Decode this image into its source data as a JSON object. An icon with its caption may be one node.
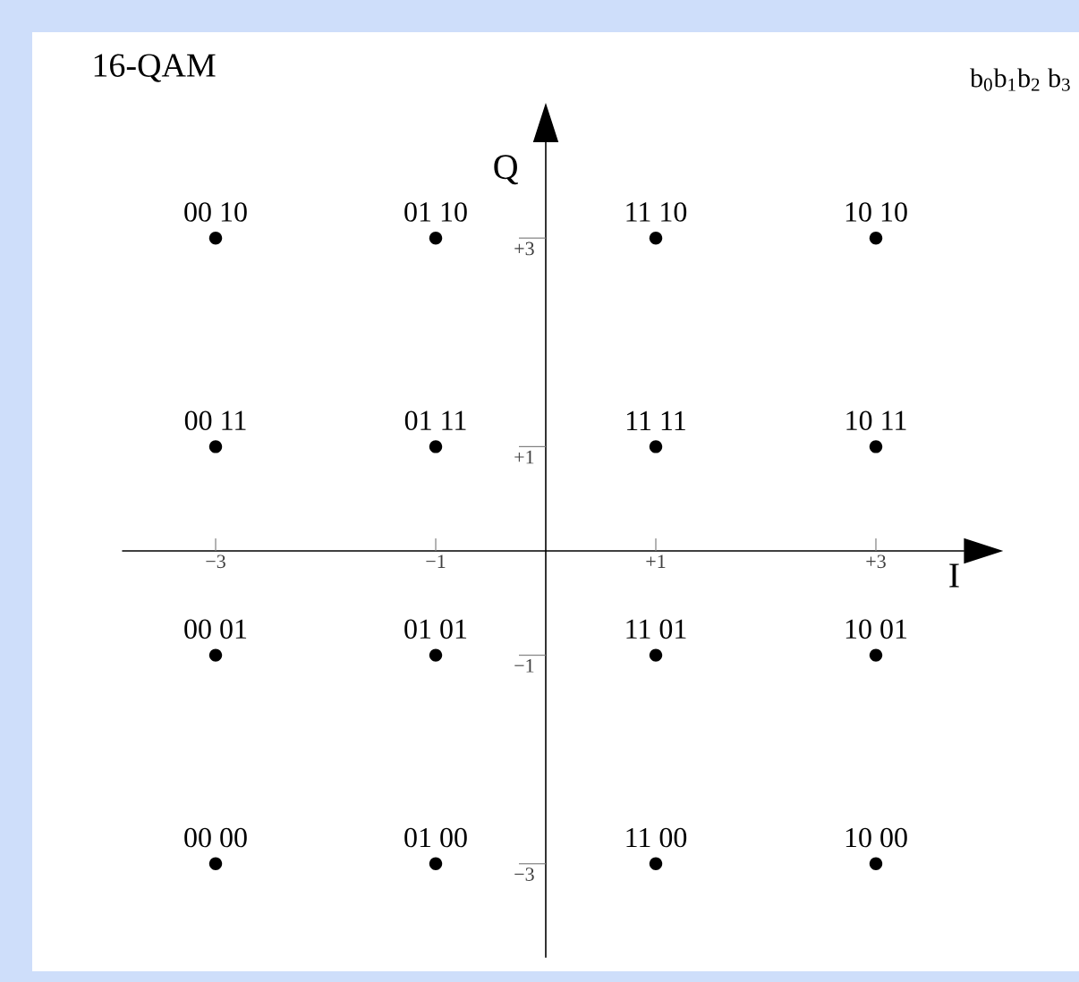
{
  "diagram": {
    "labels": [
      "b$_{0}$b$_{1}$b$_{2}$ b$_{3}$"
    ],
    "chart_data": {
      "type": "scatter",
      "title": "16-QAM",
      "xlabel": "I",
      "ylabel": "Q",
      "x": [
        -3,
        -1,
        1,
        3,
        -3,
        -1,
        1,
        3,
        -3,
        -1,
        1,
        3,
        -3,
        -1,
        1,
        3
      ],
      "series": [
        {
          "values": [
            3,
            3,
            3,
            3,
            1,
            1,
            1,
            1,
            -1,
            -1,
            -1,
            -1,
            -3,
            -3,
            -3,
            -3
          ]
        }
      ],
      "value_labels": [
        "00 10",
        "01 10",
        "11 10",
        "10 10",
        "00 11",
        "01 11",
        "11 11",
        "10 11",
        "00 01",
        "01 01",
        "11 01",
        "10 01",
        "00 00",
        "01 00",
        "11 00",
        "10 00"
      ],
      "xlim": [
        -3.85,
        3.8
      ],
      "ylim": [
        -3.9,
        3.92
      ],
      "xticks": [
        {
          "value": -3,
          "label": "−3"
        },
        {
          "value": -1,
          "label": "−1"
        },
        {
          "value": 1,
          "label": "+1"
        },
        {
          "value": 3,
          "label": "+3"
        }
      ],
      "yticks": [
        {
          "value": 3,
          "label": "+3"
        },
        {
          "value": 1,
          "label": "+1"
        },
        {
          "value": -1,
          "label": "−1"
        },
        {
          "value": -3,
          "label": "−3"
        }
      ]
    }
  }
}
